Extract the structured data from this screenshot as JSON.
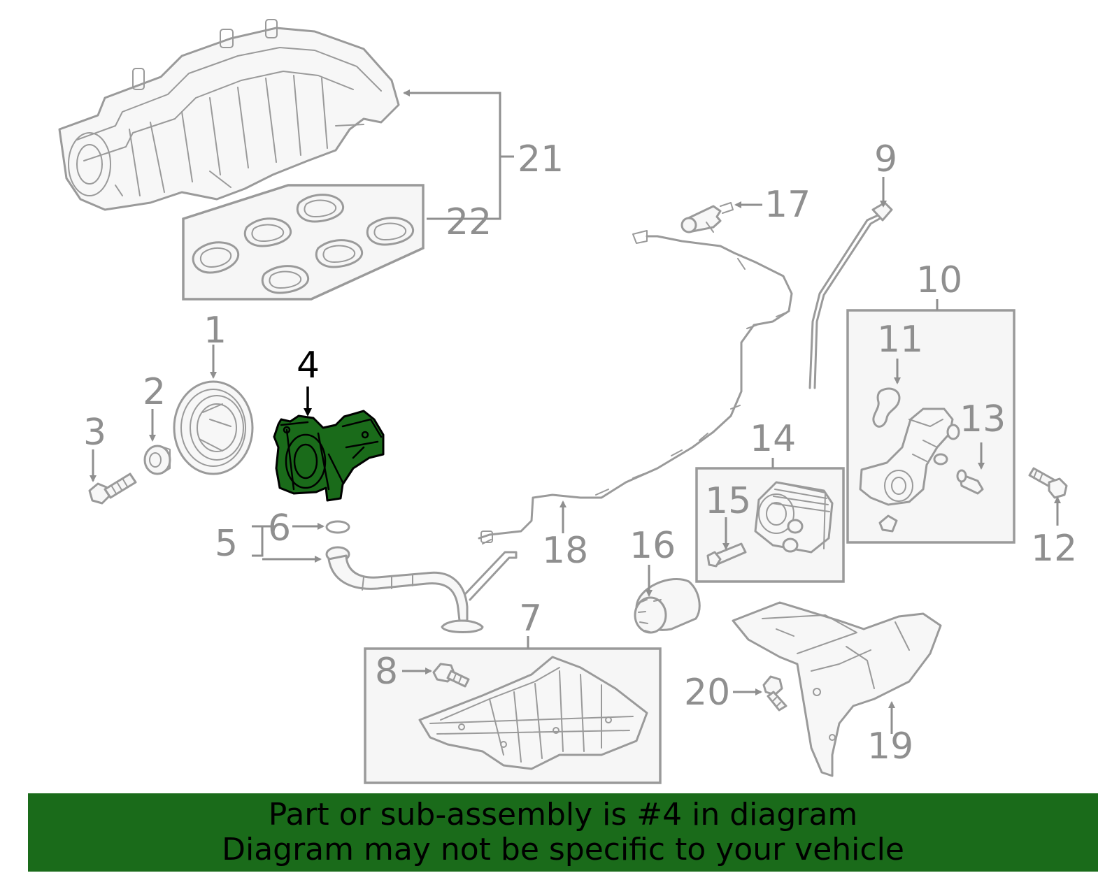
{
  "highlight_color": "#1a6b1a",
  "part_color": "#9a9a9a",
  "callouts": {
    "c1": "1",
    "c2": "2",
    "c3": "3",
    "c4": "4",
    "c5": "5",
    "c6": "6",
    "c7": "7",
    "c8": "8",
    "c9": "9",
    "c10": "10",
    "c11": "11",
    "c12": "12",
    "c13": "13",
    "c14": "14",
    "c15": "15",
    "c16": "16",
    "c17": "17",
    "c18": "18",
    "c19": "19",
    "c20": "20",
    "c21": "21",
    "c22": "22"
  },
  "highlighted_callout": "4",
  "banner": {
    "line1": "Part or sub-assembly is #4 in diagram",
    "line2": "Diagram may not be specific to your vehicle"
  }
}
